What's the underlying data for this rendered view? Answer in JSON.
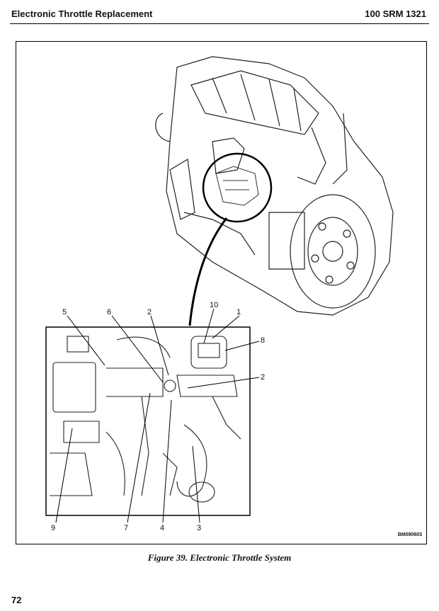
{
  "header": {
    "section_title": "Electronic Throttle Replacement",
    "manual_code": "100 SRM 1321"
  },
  "figure": {
    "caption": "Figure 39.  Electronic Throttle System",
    "image_code": "BM090603",
    "callouts": [
      "5",
      "6",
      "2",
      "10",
      "1",
      "8",
      "2",
      "9",
      "7",
      "4",
      "3"
    ]
  },
  "footer": {
    "page_number": "72"
  }
}
